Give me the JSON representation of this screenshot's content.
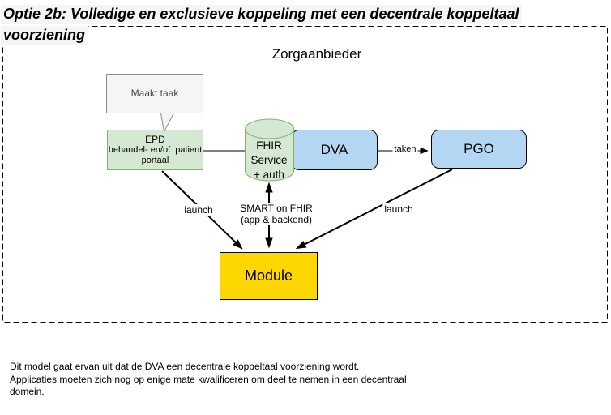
{
  "title": {
    "line1": "Optie 2b: Volledige en exclusieve koppeling met een decentrale koppeltaal",
    "line2": "voorziening"
  },
  "diagram": {
    "container_label": "Zorgaanbieder",
    "callout": {
      "text": "Maakt taak",
      "fill": "#f5f5f5",
      "border": "#8c8c8c"
    },
    "nodes": {
      "epd": {
        "lines": [
          "EPD",
          "behandel- en/of  patient",
          "portaal"
        ],
        "fill": "#d5e8d4",
        "border": "#82b366"
      },
      "fhir_service": {
        "lines": [
          "FHIR",
          "Service",
          "+ auth"
        ],
        "fill": "#d5e8d4",
        "border": "#82b366"
      },
      "dva": {
        "label": "DVA",
        "fill": "#b3d7f3",
        "border": "#000000"
      },
      "pgo": {
        "label": "PGO",
        "fill": "#b3d7f3",
        "border": "#000000"
      },
      "module": {
        "label": "Module",
        "fill": "#ffd700",
        "border": "#000000"
      }
    },
    "edges": {
      "taken": {
        "label": "taken"
      },
      "launch_left": {
        "label": "launch"
      },
      "launch_right": {
        "label": "launch"
      },
      "smart_on_fhir": {
        "label_line1": "SMART on FHIR",
        "label_line2": "(app & backend)"
      }
    }
  },
  "note": {
    "text": "Dit model gaat ervan uit dat de DVA een decentrale koppeltaal voorziening wordt.\nApplicaties moeten zich nog op enige mate kwalificeren om deel te nemen in een decentraal\ndomein."
  }
}
